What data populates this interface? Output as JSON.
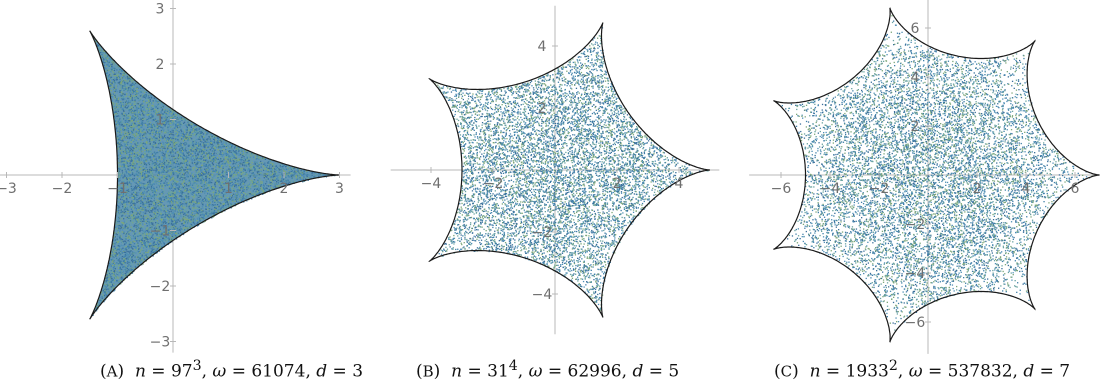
{
  "figures": [
    {
      "label": "A",
      "caption_n_base": "97",
      "caption_n_exp": "3",
      "caption_omega": "61074",
      "caption_d": "3",
      "chart_data": {
        "type": "scatter",
        "d": 3,
        "n": "97^3",
        "omega": 61074,
        "xlim": [
          -3.2,
          3.2
        ],
        "ylim": [
          -3.2,
          3.2
        ],
        "x_ticks": [
          "-3",
          "-2",
          "-1",
          "1",
          "2",
          "3"
        ],
        "y_ticks": [
          "3",
          "2",
          "1",
          "-1",
          "-2",
          "-3"
        ],
        "density": "uniform dense",
        "point_color": "#3f7fa8",
        "boundary_color": "#1a1a1a"
      }
    },
    {
      "label": "B",
      "caption_n_base": "31",
      "caption_n_exp": "4",
      "caption_omega": "62996",
      "caption_d": "5",
      "chart_data": {
        "type": "scatter",
        "d": 5,
        "n": "31^4",
        "omega": 62996,
        "xlim": [
          -5.3,
          5.3
        ],
        "ylim": [
          -5.3,
          5.3
        ],
        "x_ticks": [
          "-4",
          "-2",
          "2",
          "4"
        ],
        "y_ticks": [
          "4",
          "2",
          "-2",
          "-4"
        ],
        "density": "dense with radial streaks",
        "point_color": "#3f7fa8",
        "boundary_color": "#1a1a1a"
      }
    },
    {
      "label": "C",
      "caption_n_base": "1933",
      "caption_n_exp": "2",
      "caption_omega": "537832",
      "caption_d": "7",
      "chart_data": {
        "type": "scatter",
        "d": 7,
        "n": "1933^2",
        "omega": 537832,
        "xlim": [
          -7.3,
          7.3
        ],
        "ylim": [
          -7.3,
          7.3
        ],
        "x_ticks": [
          "-6",
          "-4",
          "-2",
          "2",
          "4",
          "6"
        ],
        "y_ticks": [
          "6",
          "4",
          "2",
          "-2",
          "-4",
          "-6"
        ],
        "density": "dense core, sparse near cusps",
        "point_color": "#3f7fa8",
        "boundary_color": "#1a1a1a"
      }
    }
  ]
}
